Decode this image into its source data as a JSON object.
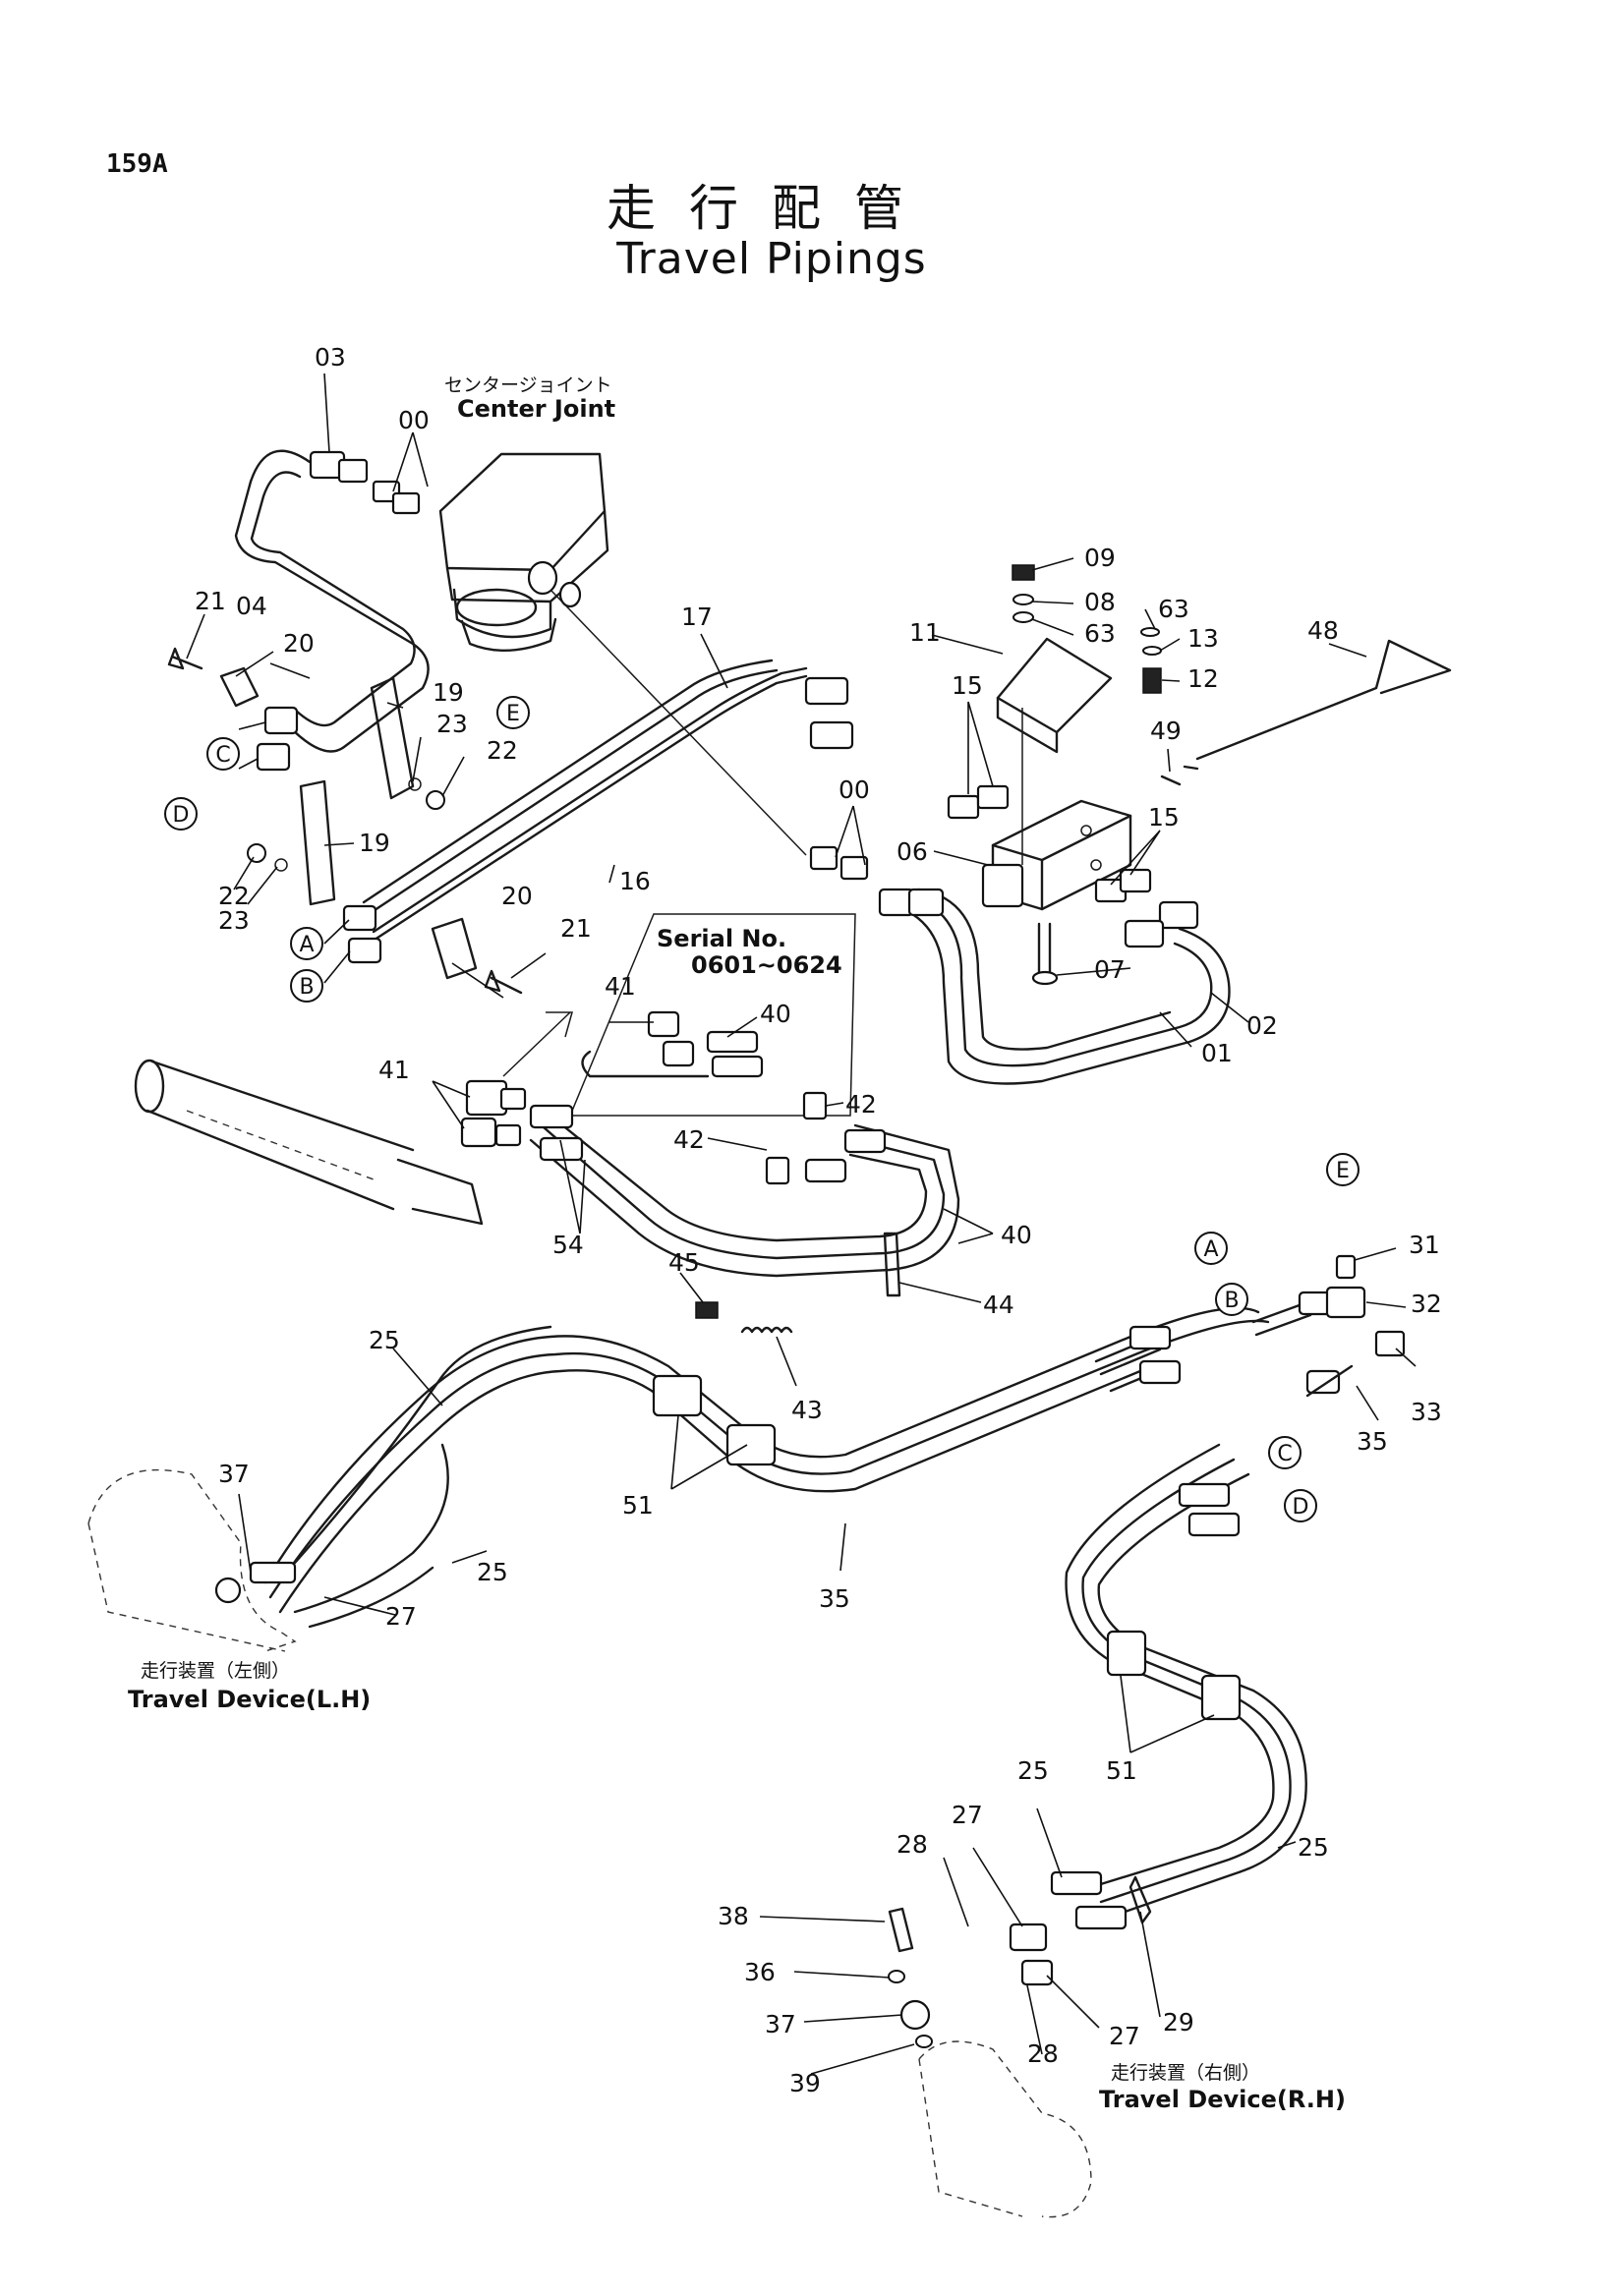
{
  "page_number": "159A",
  "title_jp": "走行配管",
  "title_en": "Travel Pipings",
  "center_joint": {
    "label_jp": "センタージョイント",
    "label_en": "Center Joint"
  },
  "serial_box": {
    "label": "Serial No.",
    "range": "0601~0624"
  },
  "travel_device_lh": {
    "label_jp": "走行装置（左側）",
    "label_en": "Travel Device(L.H)"
  },
  "travel_device_rh": {
    "label_jp": "走行装置（右側）",
    "label_en": "Travel Device(R.H)"
  },
  "port_markers": [
    "A",
    "B",
    "C",
    "D",
    "E"
  ],
  "callouts": {
    "p03": "03",
    "p00a": "00",
    "p21a": "21",
    "p04": "04",
    "p20a": "20",
    "p19a": "19",
    "p23a": "23",
    "p22a": "22",
    "p19b": "19",
    "p22b": "22",
    "p23b": "23",
    "p20b": "20",
    "p21b": "21",
    "p17": "17",
    "p16": "16",
    "p00b": "00",
    "p09": "09",
    "p08": "08",
    "p63a": "63",
    "p63b": "63",
    "p11": "11",
    "p13": "13",
    "p12": "12",
    "p48": "48",
    "p49": "49",
    "p15a": "15",
    "p15b": "15",
    "p06": "06",
    "p07": "07",
    "p01": "01",
    "p02": "02",
    "p41a": "41",
    "p40a": "40",
    "p41b": "41",
    "p54": "54",
    "p42a": "42",
    "p42b": "42",
    "p40b": "40",
    "p44": "44",
    "p45": "45",
    "p43": "43",
    "p31": "31",
    "p32": "32",
    "p33": "33",
    "p35a": "35",
    "p25a": "25",
    "p37a": "37",
    "p51a": "51",
    "p25b": "25",
    "p35b": "35",
    "p27a": "27",
    "p51b": "51",
    "p25c": "25",
    "p25d": "25",
    "p27b": "27",
    "p28a": "28",
    "p38": "38",
    "p36": "36",
    "p37b": "37",
    "p39": "39",
    "p28b": "28",
    "p27c": "27",
    "p29": "29"
  }
}
